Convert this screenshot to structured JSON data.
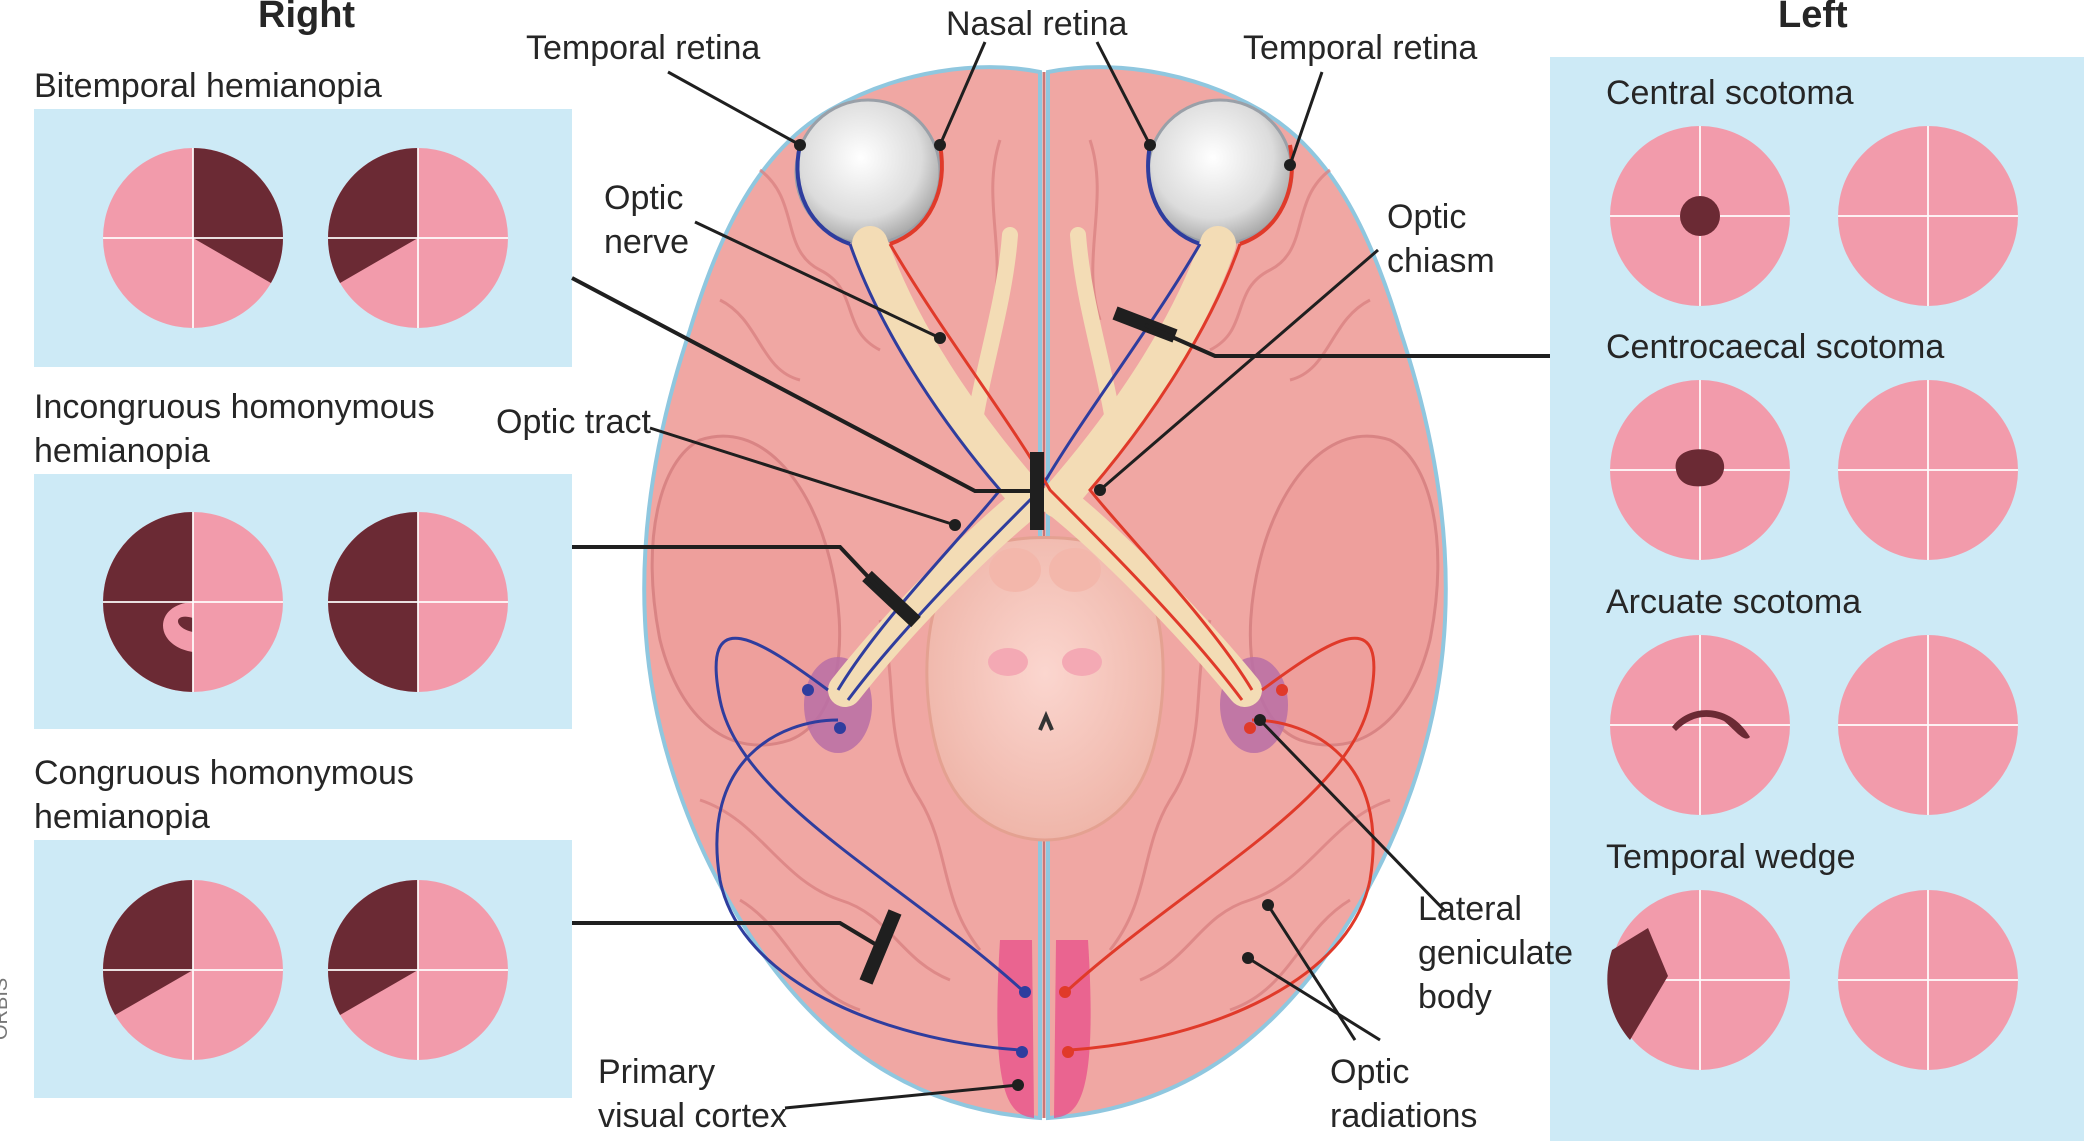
{
  "sides": {
    "right": "Right",
    "left": "Left"
  },
  "right_fields": [
    {
      "caption": "Bitemporal hemianopia",
      "left_eye": "right-sector",
      "right_eye": "left-sector"
    },
    {
      "caption": "Incongruous homonymous hemianopia",
      "left_eye": "left-half-notched",
      "right_eye": "left-half"
    },
    {
      "caption": "Congruous homonymous hemianopia",
      "left_eye": "left-sector",
      "right_eye": "left-sector"
    }
  ],
  "left_fields": [
    {
      "caption": "Central scotoma"
    },
    {
      "caption": "Centrocaecal scotoma"
    },
    {
      "caption": "Arcuate scotoma"
    },
    {
      "caption": "Temporal wedge"
    }
  ],
  "anatomy_labels": {
    "temporal_retina_left": "Temporal retina",
    "nasal_retina": "Nasal retina",
    "temporal_retina_right": "Temporal retina",
    "optic_nerve": "Optic\nnerve",
    "optic_chiasm": "Optic\nchiasm",
    "optic_tract": "Optic tract",
    "lateral_geniculate_body": "Lateral\ngeniculate\nbody",
    "optic_radiations": "Optic\nradiations",
    "primary_visual_cortex": "Primary\nvisual cortex"
  },
  "credit": "ORBIS",
  "colors": {
    "panel": "#cdeaf6",
    "field": "#f29bab",
    "defect": "#6b2a34",
    "brain": "#f0a7a3",
    "nasal_path": "#2f3d9e",
    "temporal_path": "#e03a2a",
    "lesion_bar": "#1f1f1f"
  }
}
